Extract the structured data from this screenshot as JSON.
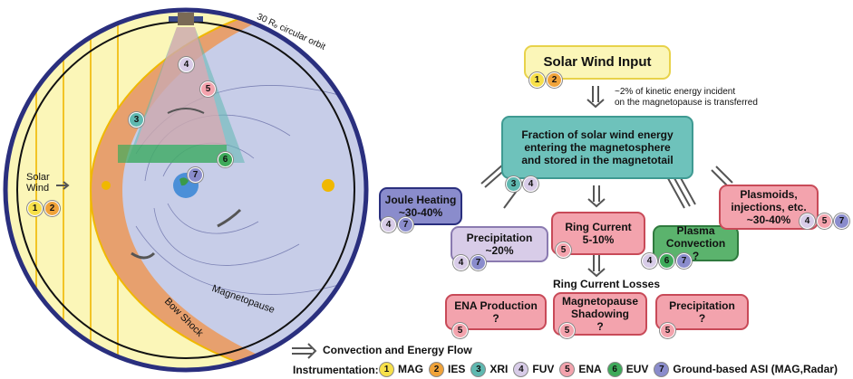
{
  "left_labels": {
    "orbit": "30 Rₑ circular orbit",
    "solar_wind": "Solar\nWind",
    "bow_shock": "Bow Shock",
    "magnetopause": "Magnetopause"
  },
  "flow": {
    "solar_wind_input": "Solar Wind Input",
    "transfer_note": "~2% of kinetic energy incident\non the magnetopause is transferred",
    "fraction_box": "Fraction of solar wind energy\nentering the magnetosphere\nand stored in the magnetotail",
    "joule": "Joule Heating\n~30-40%",
    "precipitation": "Precipitation\n~20%",
    "ring_current": "Ring Current\n5-10%",
    "plasma_convection": "Plasma\nConvection\n?",
    "plasmoids": "Plasmoids,\ninjections, etc.\n~30-40%",
    "ring_losses_title": "Ring Current Losses",
    "ena_production": "ENA Production\n?",
    "mp_shadowing": "Magnetopause\nShadowing\n?",
    "loss_precipitation": "Precipitation\n?"
  },
  "badges": {
    "swi": [
      "1",
      "2"
    ],
    "frac": [
      "3",
      "4"
    ],
    "joule": [
      "4",
      "7"
    ],
    "precip": [
      "4",
      "7"
    ],
    "ring": [
      "5"
    ],
    "plasma": [
      "4",
      "6",
      "7"
    ],
    "plasmoids": [
      "4",
      "5",
      "7"
    ],
    "ena": [
      "5"
    ],
    "mps": [
      "5"
    ],
    "lossp": [
      "5"
    ],
    "left_sw": [
      "1",
      "2"
    ],
    "left_4": [
      "4"
    ],
    "left_5": [
      "5"
    ],
    "left_3": [
      "3"
    ],
    "left_6": [
      "6"
    ],
    "left_7": [
      "7"
    ]
  },
  "legend": {
    "flow_label": "Convection and Energy Flow",
    "instr_title": "Instrumentation:",
    "items": [
      {
        "num": "1",
        "label": "MAG"
      },
      {
        "num": "2",
        "label": "IES"
      },
      {
        "num": "3",
        "label": "XRI"
      },
      {
        "num": "4",
        "label": "FUV"
      },
      {
        "num": "5",
        "label": "ENA"
      },
      {
        "num": "6",
        "label": "EUV"
      },
      {
        "num": "7",
        "label": "Ground-based ASI (MAG,Radar)"
      }
    ]
  },
  "colors": {
    "1": "#f7e04a",
    "2": "#f0a33a",
    "3": "#5fb8b0",
    "4": "#d8cce8",
    "5": "#f3a3ad",
    "6": "#3eaa5a",
    "7": "#8a8ccc"
  }
}
